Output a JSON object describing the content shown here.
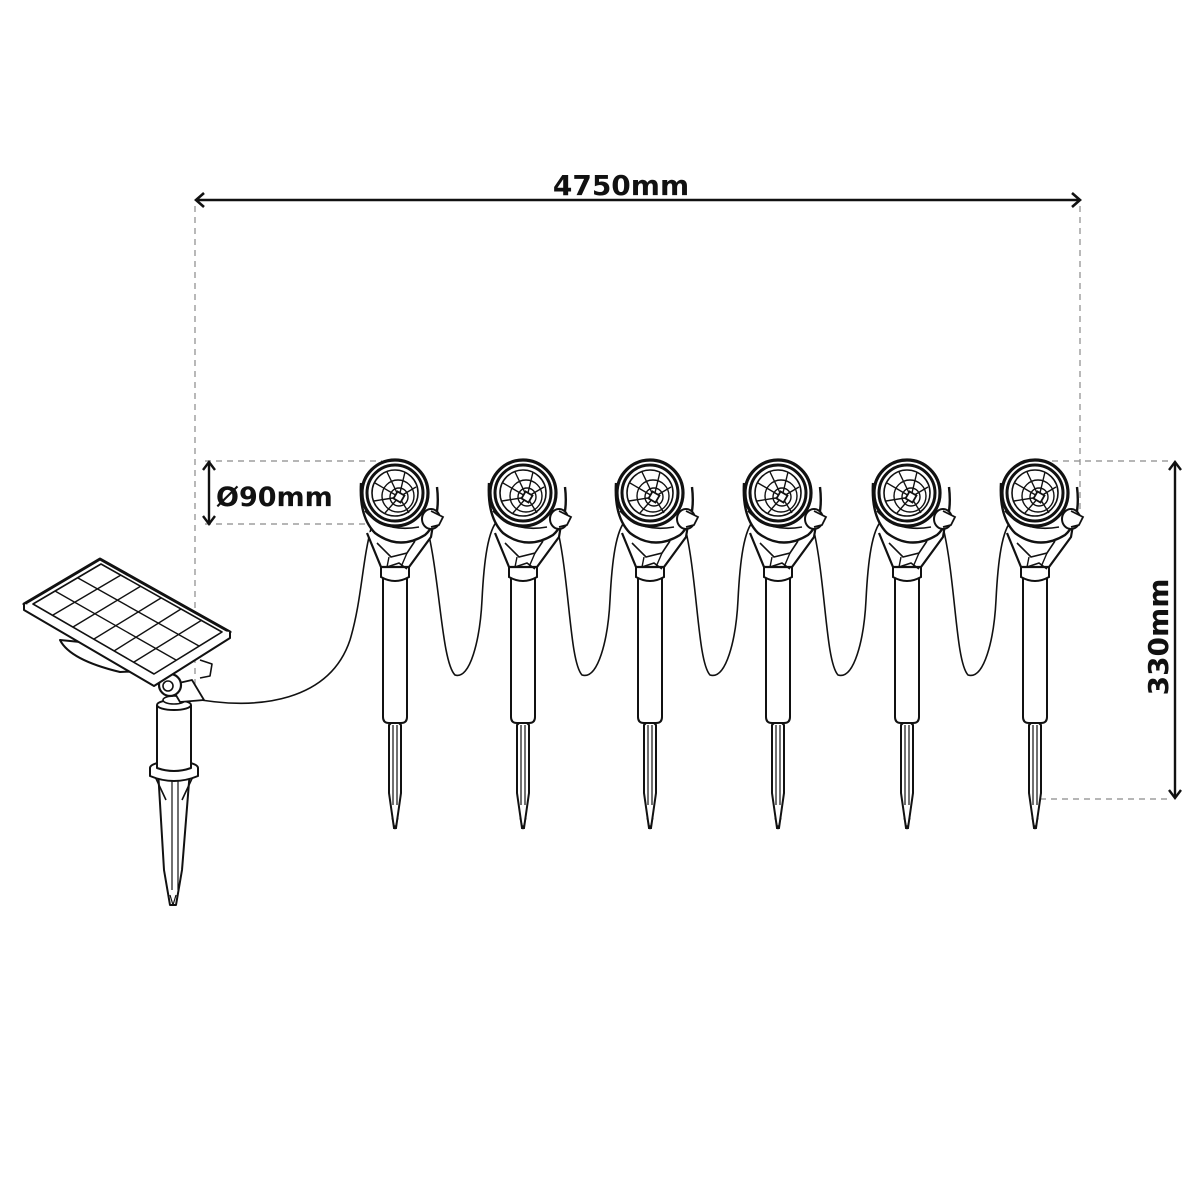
{
  "diagram": {
    "type": "product-dimension-drawing",
    "subject": "Solar garden spotlight set",
    "components": {
      "solar_panel": {
        "count": 1,
        "grid_columns": 6,
        "grid_rows": 3
      },
      "spotlights": {
        "count": 6
      }
    },
    "colors": {
      "line": "#111111",
      "dashed": "#8a8a8a",
      "background": "#ffffff"
    }
  },
  "dimensions": {
    "total_length": {
      "label": "4750mm",
      "orientation": "horizontal"
    },
    "head_diameter": {
      "label": "Ø90mm",
      "orientation": "vertical"
    },
    "spotlight_height": {
      "label": "330mm",
      "orientation": "vertical-rotated"
    }
  }
}
